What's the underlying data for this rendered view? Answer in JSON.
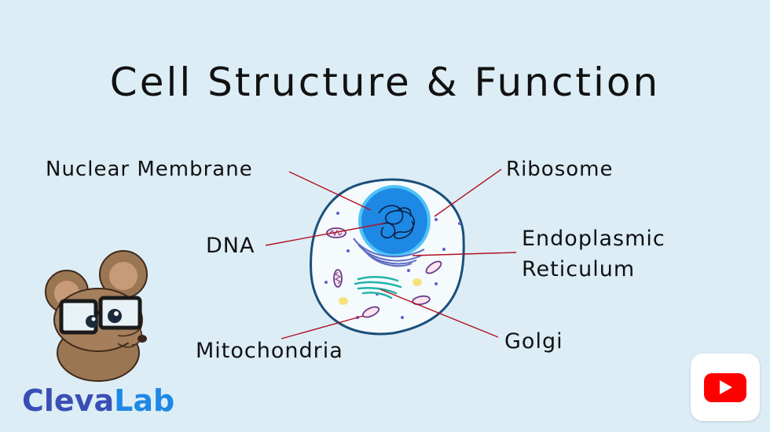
{
  "title": "Cell Structure & Function",
  "labels": {
    "nuclear_membrane": "Nuclear Membrane",
    "dna": "DNA",
    "mitochondria": "Mitochondria",
    "ribosome": "Ribosome",
    "er_line1": "Endoplasmic",
    "er_line2": "Reticulum",
    "golgi": "Golgi"
  },
  "brand": {
    "part1": "Cleva",
    "part2": "Lab",
    "color1": "#3a4fb5",
    "color2": "#1e88e5"
  },
  "colors": {
    "background": "#dcedf6",
    "pointer_line": "#b01020",
    "cell_membrane": "#1a4f7a",
    "nucleus": "#1e88e5",
    "nucleus_rim": "#4fc3f7",
    "golgi": "#1fb5a8",
    "youtube_red": "#ff0000"
  },
  "icons": {
    "youtube": "youtube-icon",
    "mascot": "mouse-with-glasses-icon"
  }
}
